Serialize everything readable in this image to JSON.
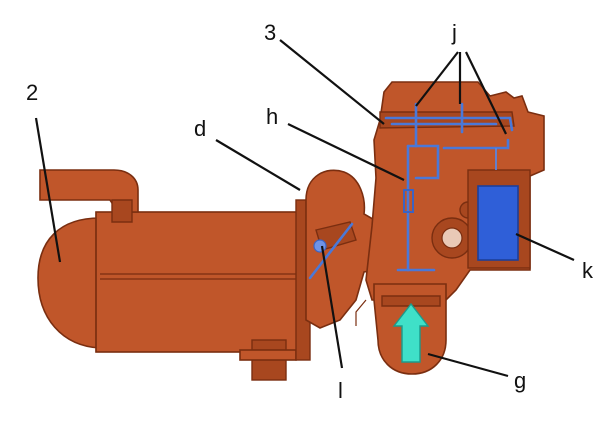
{
  "labels": {
    "housing": "2",
    "top_cover": "3",
    "chamber_inlet": "d",
    "passage": "h",
    "ports": "j",
    "solenoid": "k",
    "flow_arrow": "g",
    "orifice": "l"
  },
  "colors": {
    "casting": "#c0562a",
    "casting_shadow": "#a8471f",
    "outline": "#7a2e10",
    "passages": "#4a78d8",
    "solenoid": "#2f5fd8",
    "flow_arrow": "#3fe0c8",
    "callout_text": "#111111"
  }
}
